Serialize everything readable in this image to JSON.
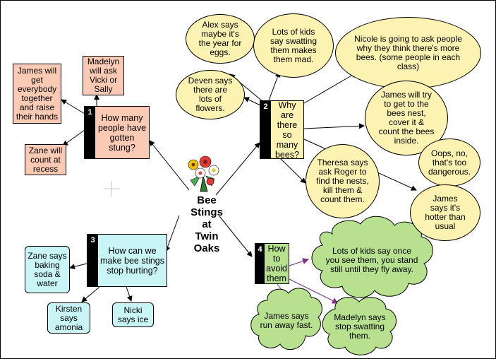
{
  "title": {
    "line1": "Bee",
    "line2": "Stings",
    "line3": "at",
    "line4": "Twin",
    "line5": "Oaks"
  },
  "topics": [
    {
      "num": "1",
      "text": "How many people have gotten stung?"
    },
    {
      "num": "2",
      "text": "Why are there so many bees?"
    },
    {
      "num": "3",
      "text": "How can we make bee stings stop hurting?"
    },
    {
      "num": "4",
      "text": "How to avoid them"
    }
  ],
  "notes": {
    "james_together": "James will get everybody together and raise their hands",
    "madelyn_vicki": "Madelyn will ask Vicki or Sally",
    "zane_recess": "Zane will count at recess",
    "alex": "Alex says maybe it's the year for eggs.",
    "lots_swatting": "Lots of kids say swatting them makes them mad.",
    "nicole": "Nicole is going to ask people why they think there's more bees. (some people in each class)",
    "deven": "Deven says there are lots of flowers.",
    "james_nest": "James will try to get to the bees nest, cover it & count the bees inside.",
    "oops": "Oops, no, that's too dangerous.",
    "theresa": "Theresa says ask Roger to find the nests, kill them & count them.",
    "james_hotter": "James says it's hotter than usual",
    "zane_baking": "Zane says baking soda & water",
    "kirsten": "Kirsten says amonia",
    "nicki": "Nicki says ice",
    "lots_still": "Lots of kids say once you see them, you stand still until they fly away.",
    "james_run": "James says run away fast.",
    "madelyn_stop": "Madelyn says stop swatting them."
  },
  "colors": {
    "salmon": "#fbcab5",
    "cyan": "#c9f5f6",
    "yellow": "#fcf2b1",
    "green": "#b7e08f",
    "purple": "#7d2f8c"
  }
}
